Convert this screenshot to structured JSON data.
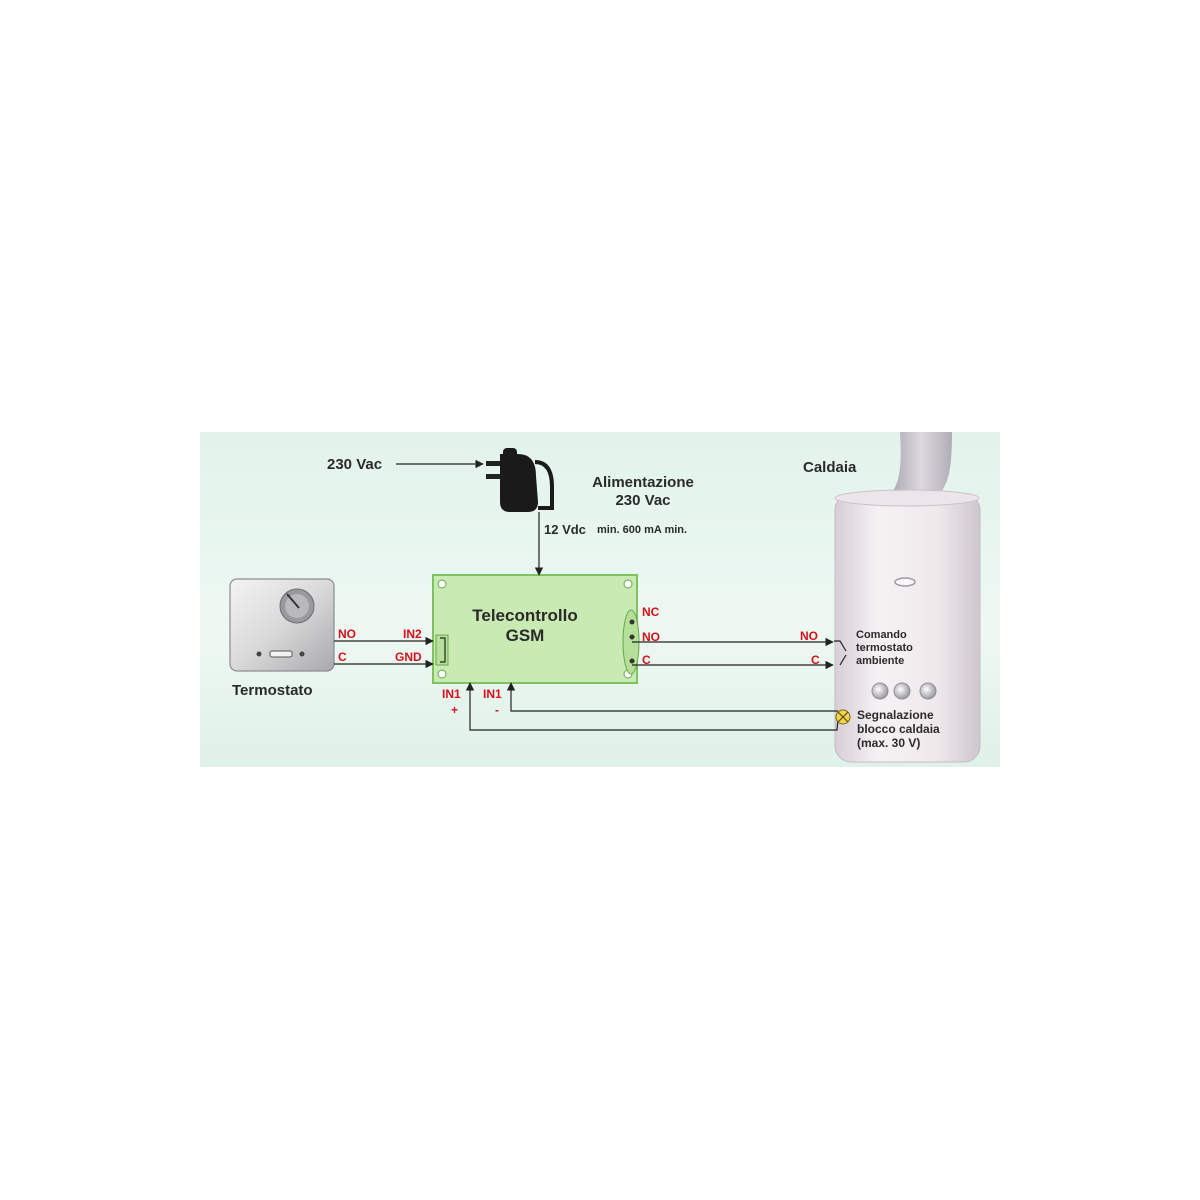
{
  "colors": {
    "background": "#e6f4ee",
    "board": "#c8ebb0",
    "board_border": "#7cc35f",
    "terminal_text": "#d6101a",
    "wire": "#222222"
  },
  "power": {
    "input_label": "230 Vac",
    "adapter_title_line1": "Alimentazione",
    "adapter_title_line2": "230 Vac",
    "output_label": "12 Vdc",
    "output_spec": "min. 600 mA min."
  },
  "board": {
    "title_line1": "Telecontrollo",
    "title_line2": "GSM",
    "left_terminals": [
      "IN2",
      "GND"
    ],
    "relay_terminals": [
      "NC",
      "NO",
      "C"
    ],
    "input_terminals": [
      {
        "name": "IN1",
        "polarity": "+"
      },
      {
        "name": "IN1",
        "polarity": "-"
      }
    ]
  },
  "thermostat": {
    "label": "Termostato",
    "terminals": [
      "NO",
      "C"
    ]
  },
  "boiler": {
    "label": "Caldaia",
    "terminals": [
      "NO",
      "C"
    ],
    "command_label_line1": "Comando",
    "command_label_line2": "termostato",
    "command_label_line3": "ambiente",
    "alarm_label_line1": "Segnalazione",
    "alarm_label_line2": "blocco caldaia",
    "alarm_label_line3": "(max. 30 V)"
  }
}
